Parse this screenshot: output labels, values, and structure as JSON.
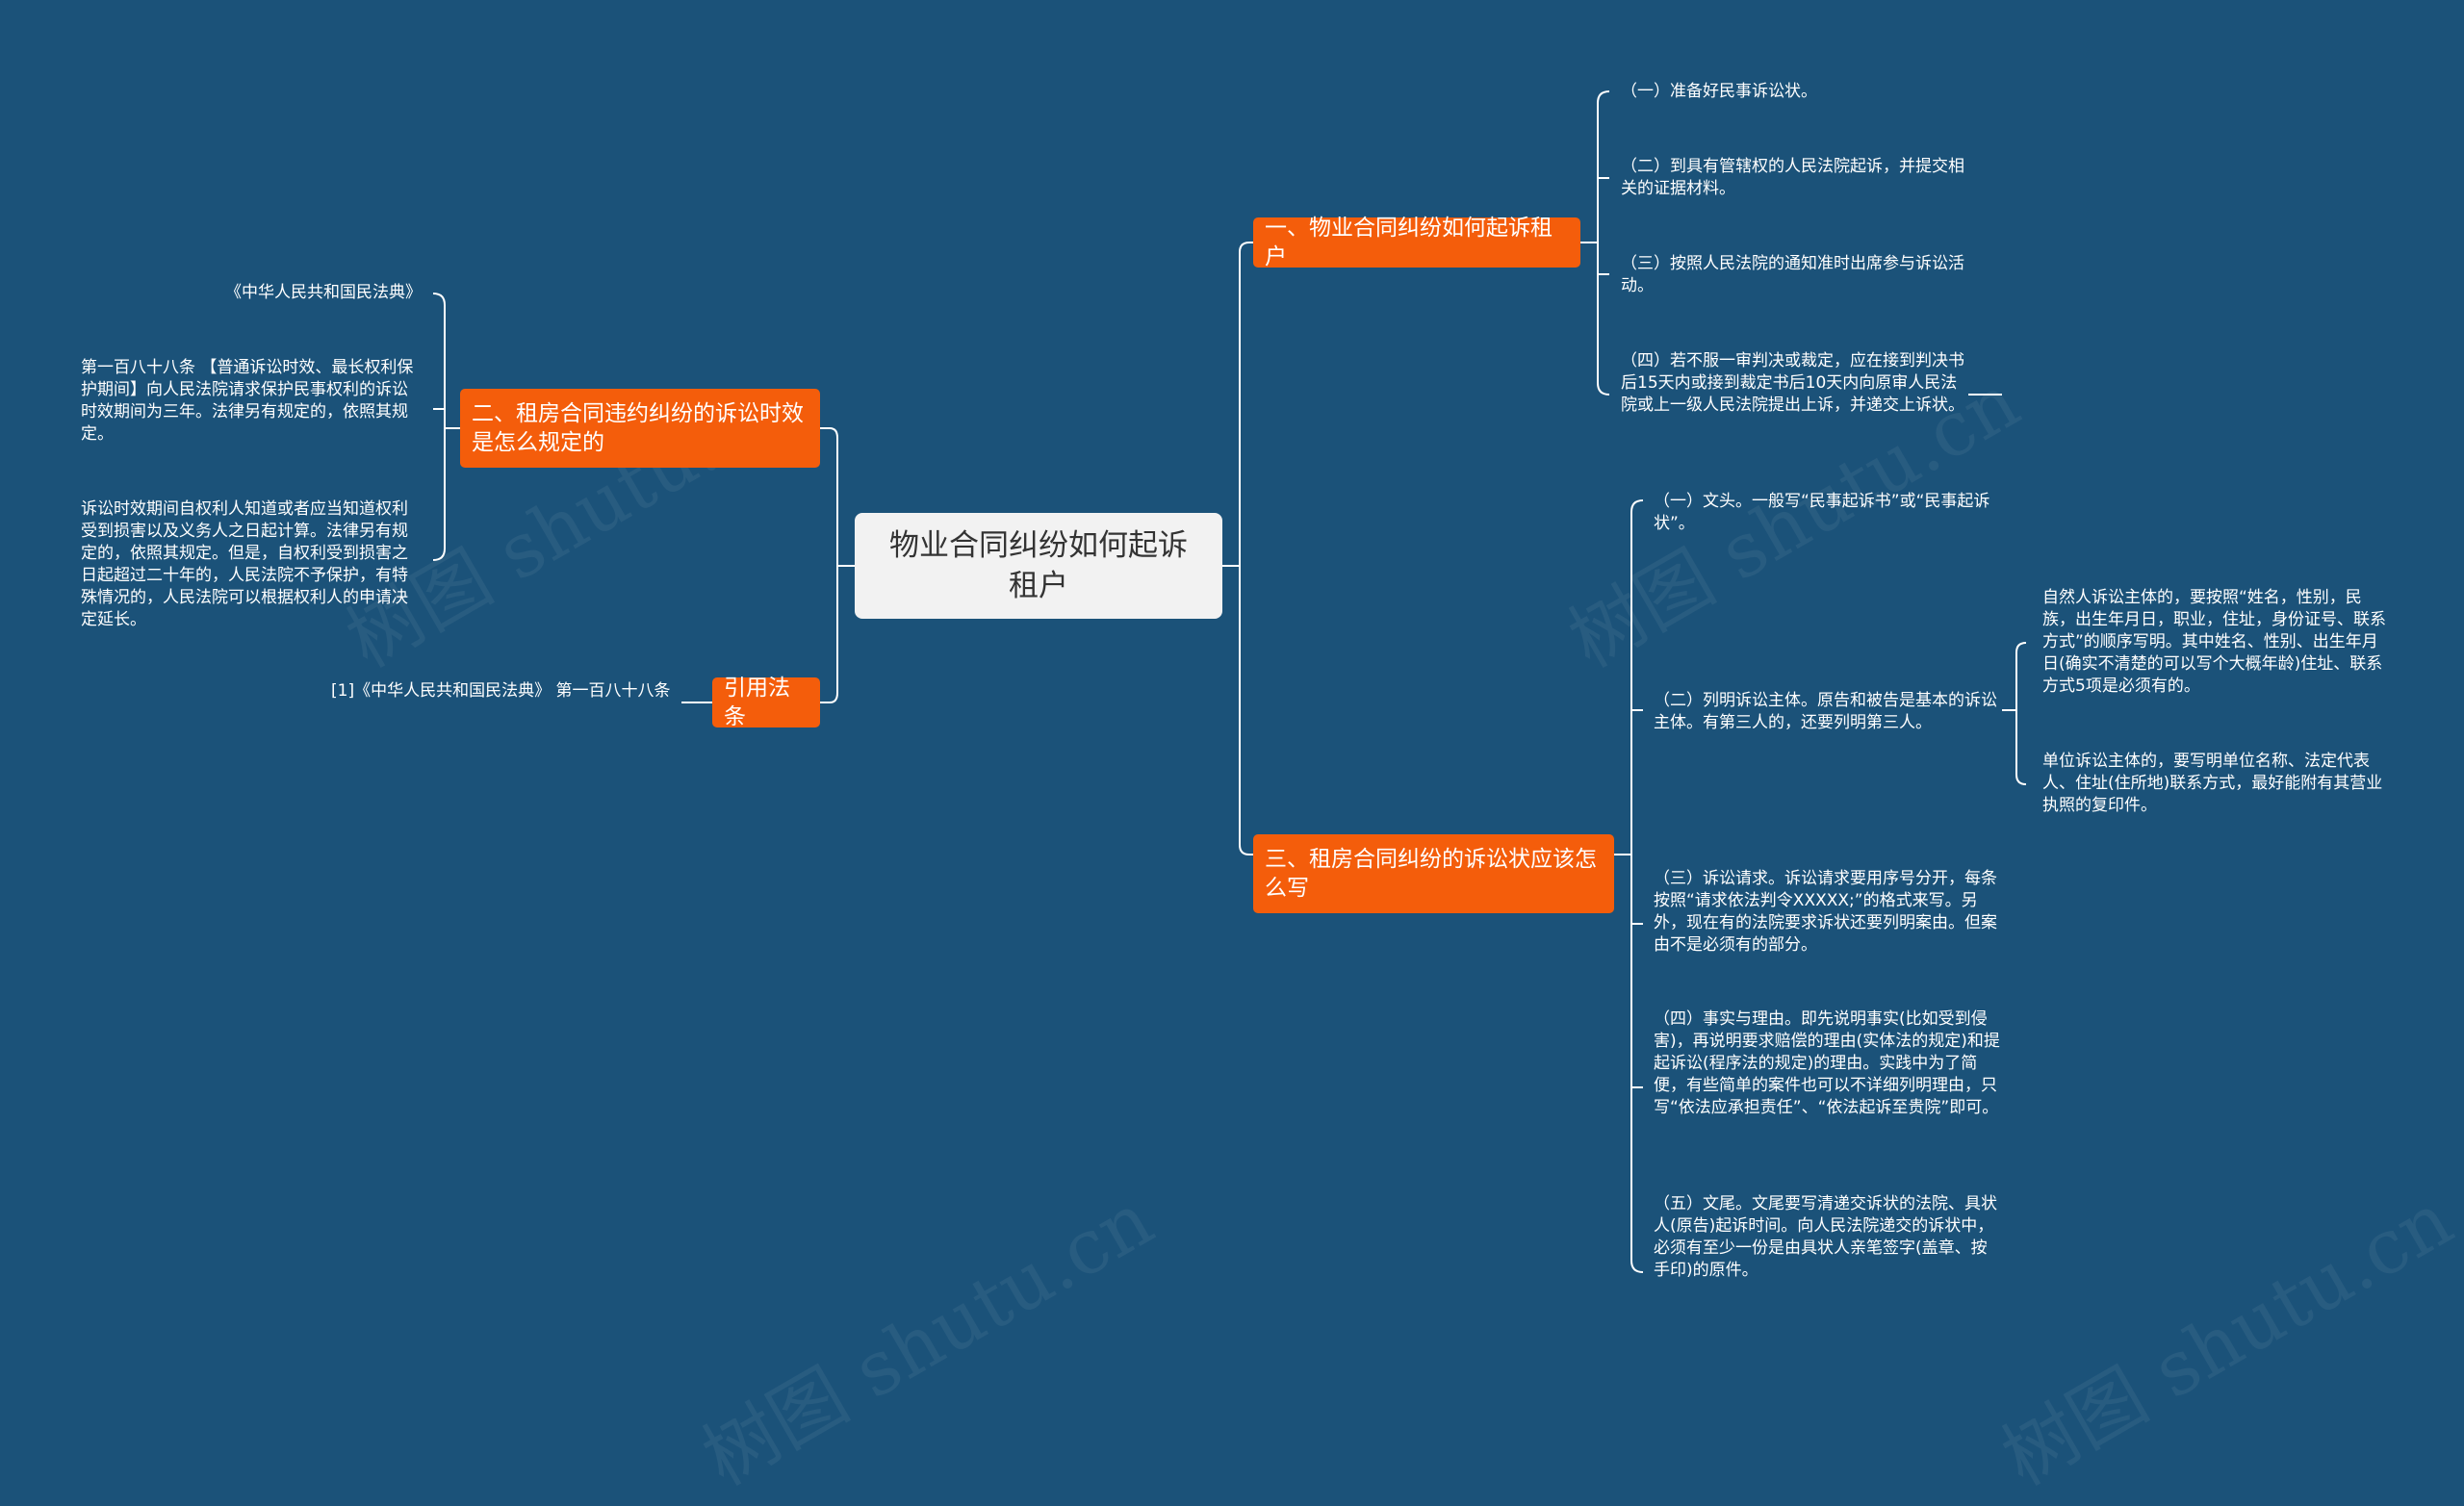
{
  "root": "物业合同纠纷如何起诉租户",
  "branches": {
    "b1": {
      "label": "一、物业合同纠纷如何起诉租户",
      "items": [
        "（一）准备好民事诉讼状。",
        "（二）到具有管辖权的人民法院起诉，并提交相关的证据材料。",
        "（三）按照人民法院的通知准时出席参与诉讼活动。",
        "（四）若不服一审判决或裁定，应在接到判决书后15天内或接到裁定书后10天内向原审人民法院或上一级人民法院提出上诉，并递交上诉状。"
      ]
    },
    "b2": {
      "label": "二、租房合同违约纠纷的诉讼时效是怎么规定的",
      "items": [
        "《中华人民共和国民法典》",
        "第一百八十八条 【普通诉讼时效、最长权利保护期间】向人民法院请求保护民事权利的诉讼时效期间为三年。法律另有规定的，依照其规定。",
        "诉讼时效期间自权利人知道或者应当知道权利受到损害以及义务人之日起计算。法律另有规定的，依照其规定。但是，自权利受到损害之日起超过二十年的，人民法院不予保护，有特殊情况的，人民法院可以根据权利人的申请决定延长。"
      ]
    },
    "b3": {
      "label": "三、租房合同纠纷的诉讼状应该怎么写",
      "items": [
        "（一）文头。一般写“民事起诉书”或“民事起诉状”。",
        "（二）列明诉讼主体。原告和被告是基本的诉讼主体。有第三人的，还要列明第三人。",
        "（三）诉讼请求。诉讼请求要用序号分开，每条按照“请求依法判令XXXXX;”的格式来写。另外，现在有的法院要求诉状还要列明案由。但案由不是必须有的部分。",
        "（四）事实与理由。即先说明事实(比如受到侵害)，再说明要求赔偿的理由(实体法的规定)和提起诉讼(程序法的规定)的理由。实践中为了简便，有些简单的案件也可以不详细列明理由，只写“依法应承担责任”、“依法起诉至贵院”即可。",
        "（五）文尾。文尾要写清递交诉状的法院、具状人(原告)起诉时间。向人民法院递交的诉状中，必须有至少一份是由具状人亲笔签字(盖章、按手印)的原件。"
      ],
      "sub": [
        "自然人诉讼主体的，要按照“姓名，性别，民族，出生年月日，职业，住址，身份证号、联系方式”的顺序写明。其中姓名、性别、出生年月日(确实不清楚的可以写个大概年龄)住址、联系方式5项是必须有的。",
        "单位诉讼主体的，要写明单位名称、法定代表人、住址(住所地)联系方式，最好能附有其营业执照的复印件。"
      ]
    },
    "b4": {
      "label": "引用法条",
      "items": [
        "[1]《中华人民共和国民法典》 第一百八十八条"
      ]
    }
  },
  "watermark": "树图 shutu.cn",
  "colors": {
    "background": "#1b5279",
    "branch": "#f45d0b",
    "root": "#f2f2f2",
    "line": "#ffffff"
  }
}
